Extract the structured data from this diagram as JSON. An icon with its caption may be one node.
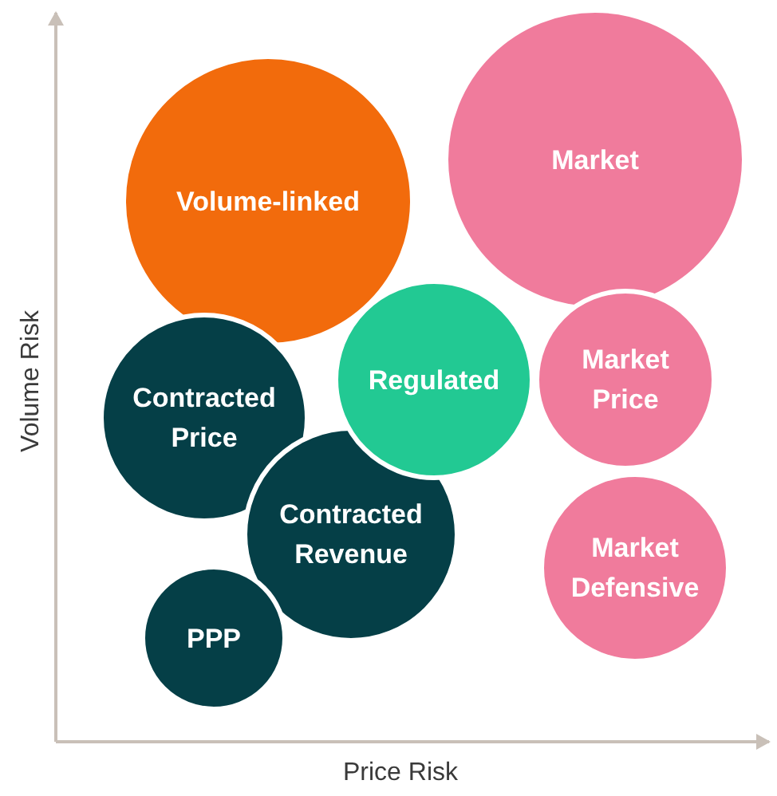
{
  "diagram": {
    "nodes": [
      {
        "text": [
          "Volume-linked"
        ]
      },
      {
        "text": [
          "Market"
        ]
      },
      {
        "text": [
          "Contracted Price"
        ]
      },
      {
        "text": [
          "Regulated"
        ]
      },
      {
        "text": [
          "Market Price"
        ]
      },
      {
        "text": [
          "Contracted Revenue"
        ]
      },
      {
        "text": [
          "Market Defensive"
        ]
      },
      {
        "text": [
          "PPP"
        ]
      }
    ],
    "labels": [
      "Volume Risk",
      "Price Risk"
    ]
  }
}
